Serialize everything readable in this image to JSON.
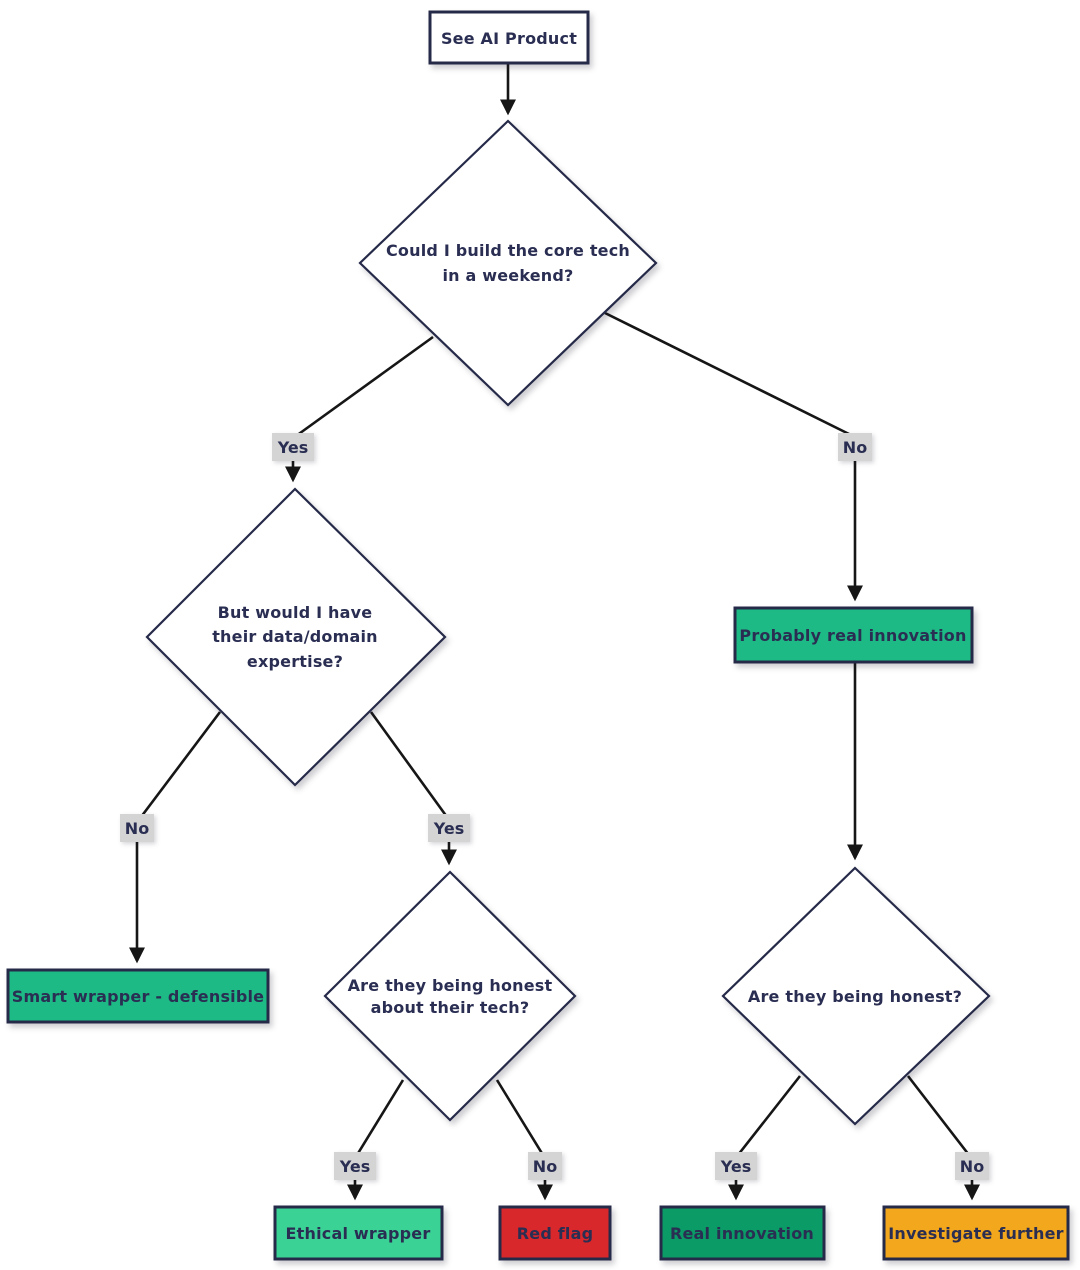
{
  "colors": {
    "background": "#ffffff",
    "border": "#262a49",
    "text": "#2a2e52",
    "arrow": "#161616",
    "label_bg": "#d4d4d4",
    "node_bg": "#ffffff"
  },
  "nodes": {
    "start": {
      "label": "See AI Product",
      "fill": "#ffffff"
    },
    "d_weekend": {
      "lines": [
        "Could I build the core tech",
        "in a weekend?"
      ],
      "fill": "#ffffff"
    },
    "d_expertise": {
      "lines": [
        "But would I have",
        "their data/domain",
        "expertise?"
      ],
      "fill": "#ffffff"
    },
    "d_honest_tech": {
      "lines": [
        "Are they being honest",
        "about their tech?"
      ],
      "fill": "#ffffff"
    },
    "d_honest": {
      "lines": [
        "Are they being honest?"
      ],
      "fill": "#ffffff"
    },
    "smart_wrapper": {
      "label": "Smart wrapper - defensible",
      "fill": "#1eba86"
    },
    "probably_real": {
      "label": "Probably real innovation",
      "fill": "#1eba86"
    },
    "ethical_wrapper": {
      "label": "Ethical wrapper",
      "fill": "#3bd296"
    },
    "red_flag": {
      "label": "Red flag",
      "fill": "#d8282c"
    },
    "real_innovation": {
      "label": "Real innovation",
      "fill": "#0a9b66"
    },
    "investigate": {
      "label": "Investigate further",
      "fill": "#f2a71d"
    }
  },
  "edge_labels": {
    "weekend_yes": "Yes",
    "weekend_no": "No",
    "expertise_no": "No",
    "expertise_yes": "Yes",
    "honest_tech_yes": "Yes",
    "honest_tech_no": "No",
    "honest_yes": "Yes",
    "honest_no": "No"
  }
}
